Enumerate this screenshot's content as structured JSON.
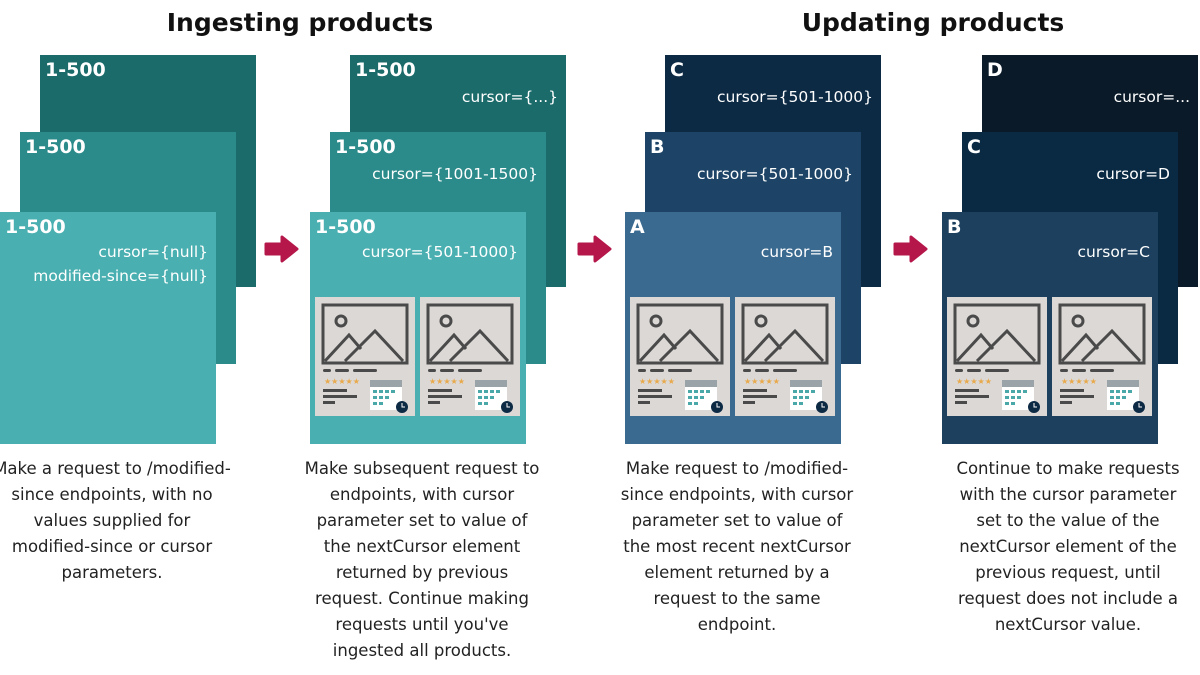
{
  "titles": {
    "ingesting": "Ingesting products",
    "updating": "Updating products"
  },
  "groups": [
    {
      "colors": [
        "#1b6b6b",
        "#2b8a8a",
        "#4aafb0"
      ],
      "cards": [
        {
          "label": "1-500",
          "cursor": []
        },
        {
          "label": "1-500",
          "cursor": []
        },
        {
          "label": "1-500",
          "cursor": [
            "cursor={null}",
            "modified-since={null}"
          ]
        }
      ],
      "products": false,
      "caption": "Make a request to /modified-since endpoints, with no values supplied for modified-since or cursor parameters."
    },
    {
      "colors": [
        "#1b6b6b",
        "#2b8a8a",
        "#4aafb0"
      ],
      "cards": [
        {
          "label": "1-500",
          "cursor": [
            "cursor={...}"
          ]
        },
        {
          "label": "1-500",
          "cursor": [
            "cursor={1001-1500}"
          ]
        },
        {
          "label": "1-500",
          "cursor": [
            "cursor={501-1000}"
          ]
        }
      ],
      "products": true,
      "caption": "Make subsequent request to endpoints, with cursor parameter set to value of the nextCursor element returned by previous request. Continue making requests until you've ingested all products."
    },
    {
      "colors": [
        "#0d2a45",
        "#1d4466",
        "#3a6a90"
      ],
      "cards": [
        {
          "label": "C",
          "cursor": [
            "cursor={501-1000}"
          ]
        },
        {
          "label": "B",
          "cursor": [
            "cursor={501-1000}"
          ]
        },
        {
          "label": "A",
          "cursor": [
            "cursor=B"
          ]
        }
      ],
      "products": true,
      "caption": "Make request to /modified-since endpoints, with cursor parameter set to value of the most recent nextCursor element returned by a request to the same endpoint."
    },
    {
      "colors": [
        "#0a1a28",
        "#0a2a44",
        "#1d405e"
      ],
      "cards": [
        {
          "label": "D",
          "cursor": [
            "cursor=..."
          ]
        },
        {
          "label": "C",
          "cursor": [
            "cursor=D"
          ]
        },
        {
          "label": "B",
          "cursor": [
            "cursor=C"
          ]
        }
      ],
      "products": true,
      "caption": "Continue to make requests with the cursor parameter set to the value of the nextCursor element of the previous request, until request does not include a nextCursor value."
    }
  ],
  "arrow_color": "#b5174a"
}
